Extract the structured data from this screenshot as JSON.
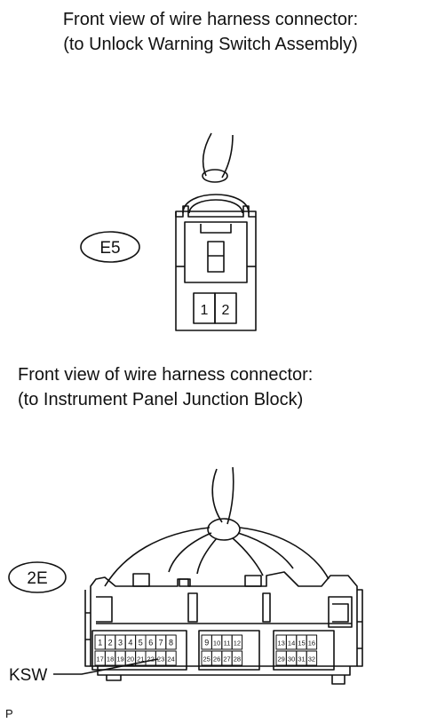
{
  "captions": {
    "e5": {
      "line1": "Front view of wire harness connector:",
      "line2": "(to Unlock Warning Switch Assembly)"
    },
    "2e": {
      "line1": "Front view of wire harness connector:",
      "line2": "(to Instrument Panel Junction Block)"
    }
  },
  "connector_e5": {
    "id_label": "E5",
    "pins": [
      "1",
      "2"
    ]
  },
  "connector_2e": {
    "id_label": "2E",
    "terminal_label": "KSW",
    "pin_groups": [
      [
        "1",
        "2",
        "3",
        "4",
        "5",
        "6",
        "7",
        "8"
      ],
      [
        "9",
        "10",
        "11",
        "12"
      ],
      [
        "13",
        "14",
        "15",
        "16"
      ],
      [
        "17",
        "18",
        "19",
        "20",
        "21",
        "22",
        "23",
        "24"
      ],
      [
        "25",
        "26",
        "27",
        "28"
      ],
      [
        "29",
        "30",
        "31",
        "32"
      ]
    ]
  },
  "footer_mark": "P"
}
